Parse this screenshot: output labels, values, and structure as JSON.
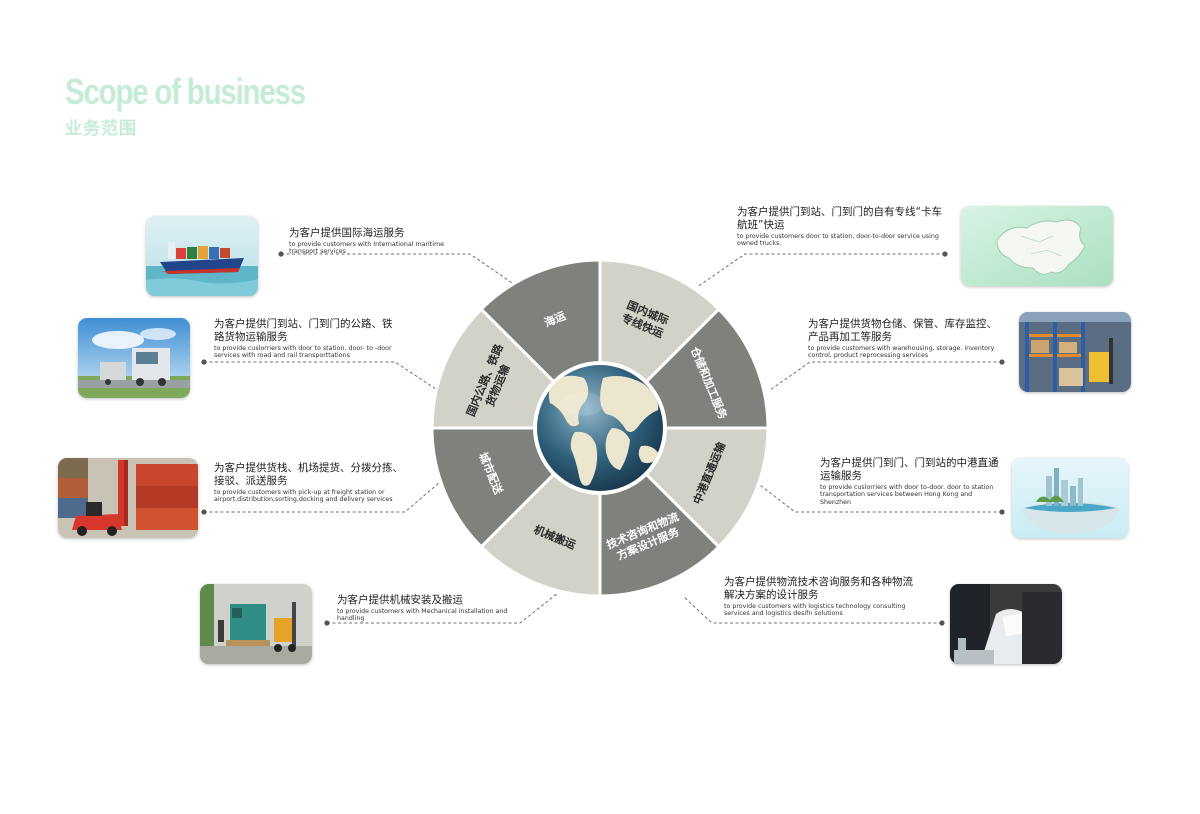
{
  "header": {
    "title_en": "Scope of business",
    "title_cn": "业务范围"
  },
  "colors": {
    "accent_green": "#c6ecd7",
    "segment_dark": "#7f827c",
    "segment_light": "#d3d2c9",
    "connector": "#6f6f6f"
  },
  "segments": [
    {
      "id": "sea",
      "lines": [
        "海运"
      ],
      "tone": "dark"
    },
    {
      "id": "domestic-express",
      "lines": [
        "国内城际",
        "专线快运"
      ],
      "tone": "light"
    },
    {
      "id": "warehousing",
      "lines": [
        "仓储和加工服务"
      ],
      "tone": "dark"
    },
    {
      "id": "hk-direct",
      "lines": [
        "中港直通运输"
      ],
      "tone": "light"
    },
    {
      "id": "consulting",
      "lines": [
        "技术咨询和物流",
        "方案设计服务"
      ],
      "tone": "dark"
    },
    {
      "id": "mechanical",
      "lines": [
        "机械搬运"
      ],
      "tone": "light"
    },
    {
      "id": "city",
      "lines": [
        "城市配送"
      ],
      "tone": "dark"
    },
    {
      "id": "road-rail",
      "lines": [
        "国内公路、铁路",
        "货物运输"
      ],
      "tone": "light"
    }
  ],
  "descriptions": {
    "sea": {
      "cn": "为客户提供国际海运服务",
      "en": "to provide customers with International maritime transport services"
    },
    "road": {
      "cn": "为客户提供门到站、门到门的公路、铁路货物运输服务",
      "en": "to provide cuslorriers with door to station. door- to -door services with road and rail transporttations"
    },
    "city": {
      "cn": "为客户提供货栈、机场提货、分拨分拣、接驳、派送服务",
      "en": "to provide customers with pick-up at freight station or airport,distribution,sorting,docking and delivery services"
    },
    "mechanical": {
      "cn": "为客户提供机械安装及搬运",
      "en": "to provide customers with Mechanical installation and handling"
    },
    "express": {
      "cn": "为客户提供门到站、门到门的自有专线“卡车航班”快运",
      "en": "to provide customers door to station, door-to-door service using owned trucks."
    },
    "warehousing": {
      "cn": "为客户提供货物仓储、保管、库存监控、产品再加工等服务",
      "en": "to provide customers with warehousing, storage. inventory control, product reprocessing services"
    },
    "hk": {
      "cn": "为客户提供门到门、门到站的中港直通运输服务",
      "en": "to provide cuslorriers with door to-door. door to station transportation services between Hong Kong and Shenzhen"
    },
    "consulting": {
      "cn": "为客户提供物流技术咨询服务和各种物流解决方案的设计服务",
      "en": "to provide customers with logistics technology consulting services and logistics desifn solutions"
    }
  }
}
